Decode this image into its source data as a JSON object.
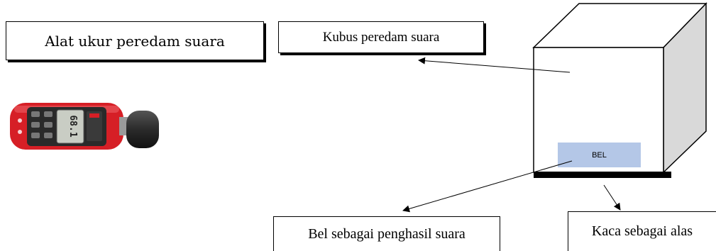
{
  "labels": {
    "alat": "Alat ukur peredam suara",
    "kubus": "Kubus peredam suara",
    "bel_sebagai": "Bel sebagai penghasil suara",
    "kaca": "Kaca sebagai alas"
  },
  "cube": {
    "bell_label": "BEL",
    "bell_fill": "#b4c7e7",
    "side_fill": "#d9d9d9",
    "base_fill": "#000000"
  },
  "meter": {
    "display_value": "68.1",
    "body_color": "#d61f26",
    "grip_color": "#2b2b2b"
  }
}
